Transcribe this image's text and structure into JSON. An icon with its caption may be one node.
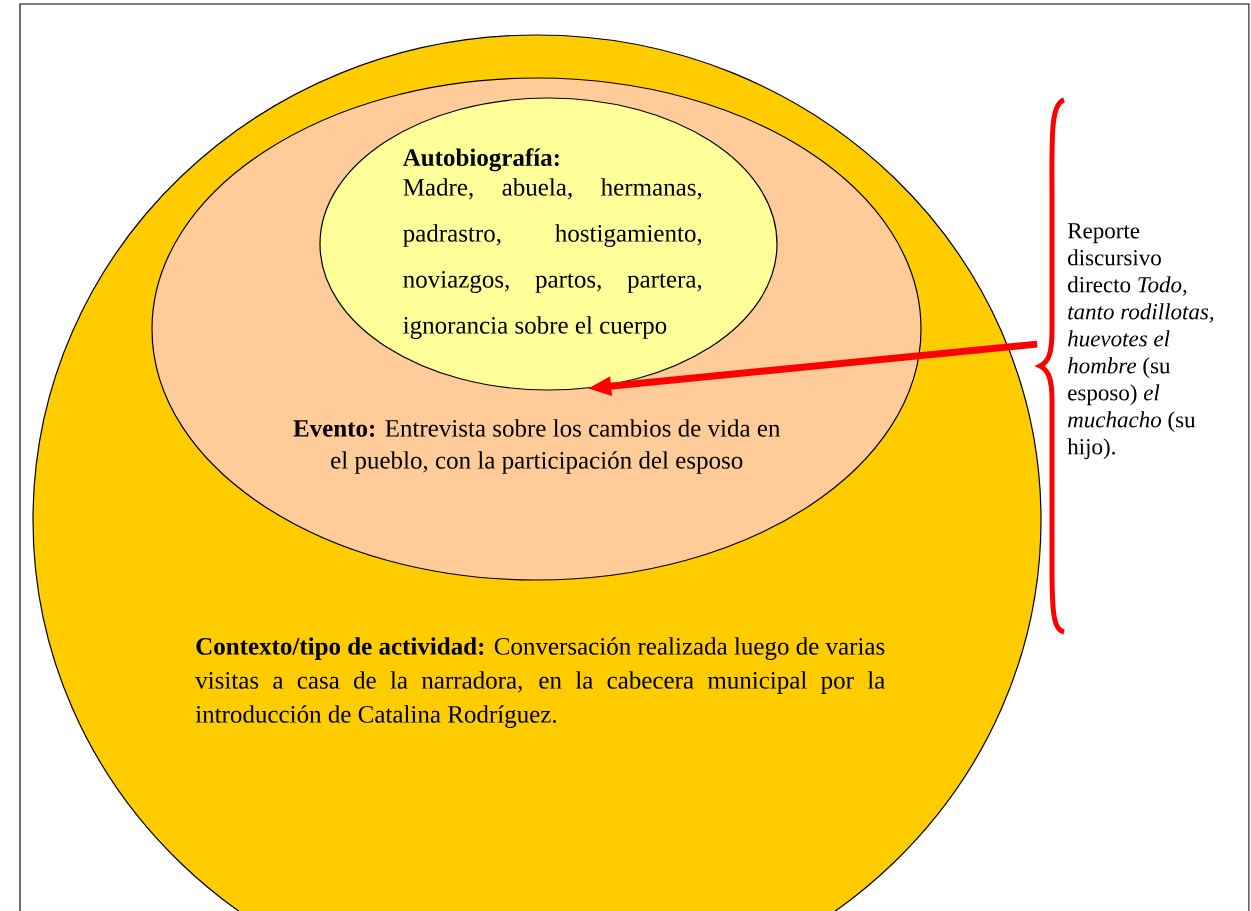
{
  "diagram": {
    "nodes": [
      {
        "text": [
          "**Contexto/tipo de actividad:**  Conversación realizada luego de varias visitas a casa de la narradora, en la cabecera municipal  por la introducción de Catalina Rodríguez."
        ]
      },
      {
        "text": [
          "**Evento:** Entrevista sobre los cambios de vida en el pueblo, con la participación del esposo"
        ],
        "in": 0
      },
      {
        "text": [
          "Autobiografía:",
          "Madre, abuela, hermanas, padrastro, hostigamiento, noviazgos, partos, partera, ignorancia sobre el cuerpo"
        ],
        "in": 1
      },
      {
        "text": [
          "Reporte discursivo directo *Todo, tanto rodillotas, huevotes el hombre* (su esposo) *el muchacho* (su hijo)."
        ]
      }
    ],
    "edges": [
      {
        "from": 3,
        "to": 2,
        "arrow": "to",
        "color": "#ff0000"
      }
    ]
  }
}
